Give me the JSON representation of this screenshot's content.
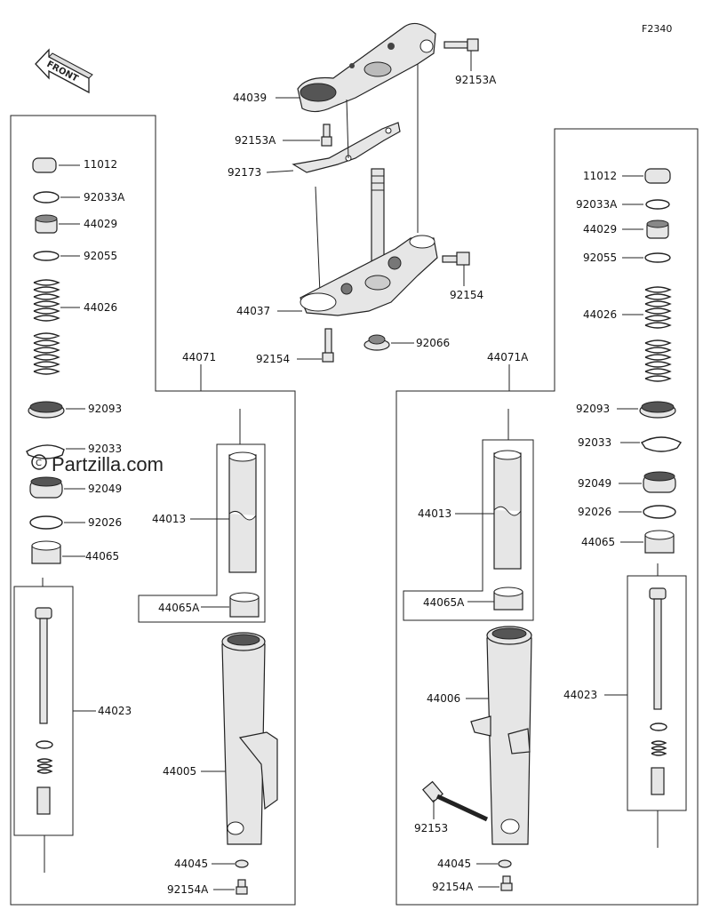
{
  "figure_code": "F2340",
  "front_label": "FRONT",
  "watermark": "Partzilla.com",
  "colors": {
    "line": "#222222",
    "part_fill": "#e6e6e6",
    "background": "#ffffff"
  },
  "labels": {
    "top_44039": "44039",
    "top_92153A_right": "92153A",
    "top_92153A_left": "92153A",
    "top_92173": "92173",
    "top_92154_right": "92154",
    "top_44037": "44037",
    "top_92154_bottom": "92154",
    "top_92066": "92066",
    "left_assembly": "44071",
    "left_11012": "11012",
    "left_92033A": "92033A",
    "left_44029": "44029",
    "left_92055": "92055",
    "left_44026": "44026",
    "left_92093": "92093",
    "left_92033": "92033",
    "left_92049": "92049",
    "left_92026": "92026",
    "left_44065": "44065",
    "left_44023": "44023",
    "left_44013": "44013",
    "left_44065A": "44065A",
    "left_44005": "44005",
    "left_44045": "44045",
    "left_92154A": "92154A",
    "right_assembly": "44071A",
    "right_11012": "11012",
    "right_92033A": "92033A",
    "right_44029": "44029",
    "right_92055": "92055",
    "right_44026": "44026",
    "right_92093": "92093",
    "right_92033": "92033",
    "right_92049": "92049",
    "right_92026": "92026",
    "right_44065": "44065",
    "right_44023": "44023",
    "right_44013": "44013",
    "right_44065A": "44065A",
    "right_44006": "44006",
    "right_92153": "92153",
    "right_44045": "44045",
    "right_92154A": "92154A"
  }
}
